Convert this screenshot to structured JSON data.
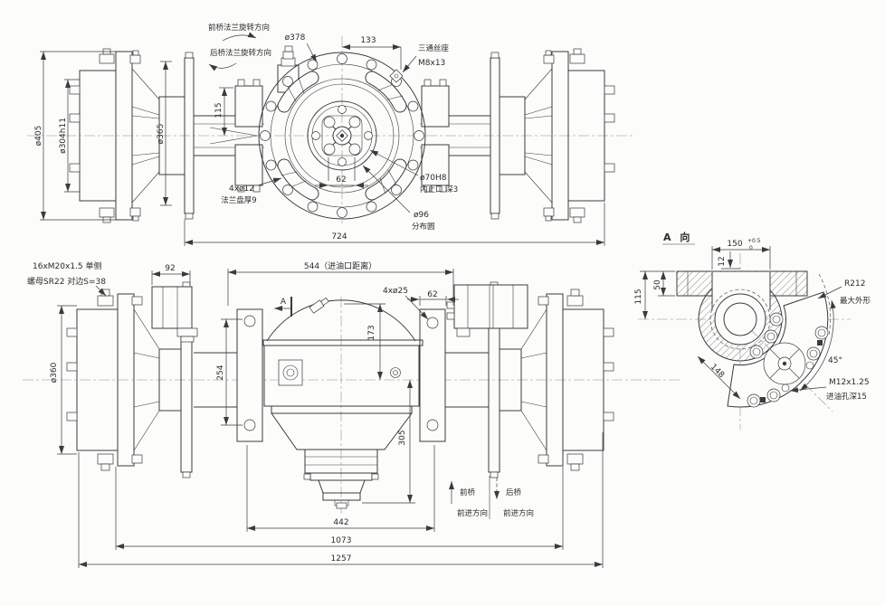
{
  "drawing": {
    "background": "#fcfcfb",
    "line_color": "#3b3b3b",
    "top": {
      "rot_front": "前桥法兰旋转方向",
      "rot_rear": "后桥法兰旋转方向",
      "dia378": "ø378",
      "d133": "133",
      "tee1": "三通丝座",
      "tee2": "M8x13",
      "dia405": "ø405",
      "dia304": "ø304h11",
      "dia365": "ø365",
      "d115": "115",
      "holes1": "4xø12",
      "holes2": "法兰盘厚9",
      "d62": "62",
      "bore1": "ø70H8",
      "bore2": "内止口 深3",
      "circle1": "ø96",
      "circle2": "分布圆",
      "d724": "724"
    },
    "bottom": {
      "stud1": "16xM20x1.5 单侧",
      "stud2": "螺母SR22 对边S=38",
      "d92": "92",
      "d544": "544（进油口距离）",
      "section": "A",
      "holes": "4xø25",
      "d62": "62",
      "dia360": "ø360",
      "d173": "173",
      "d254": "254",
      "d305": "305",
      "d442": "442",
      "d1073": "1073",
      "d1257": "1257",
      "front1": "前桥",
      "front2": "前进方向",
      "rear1": "后桥",
      "rear2": "前进方向"
    },
    "viewA": {
      "title": "A 向",
      "d150": "150",
      "tol_up": "+0.5",
      "tol_dn": "0",
      "d12": "12",
      "d50": "50",
      "d115": "115",
      "r212": "R212",
      "outline": "最大外形",
      "a45": "45°",
      "d148": "148",
      "oil1": "M12x1.25",
      "oil2": "进油孔深15"
    }
  }
}
